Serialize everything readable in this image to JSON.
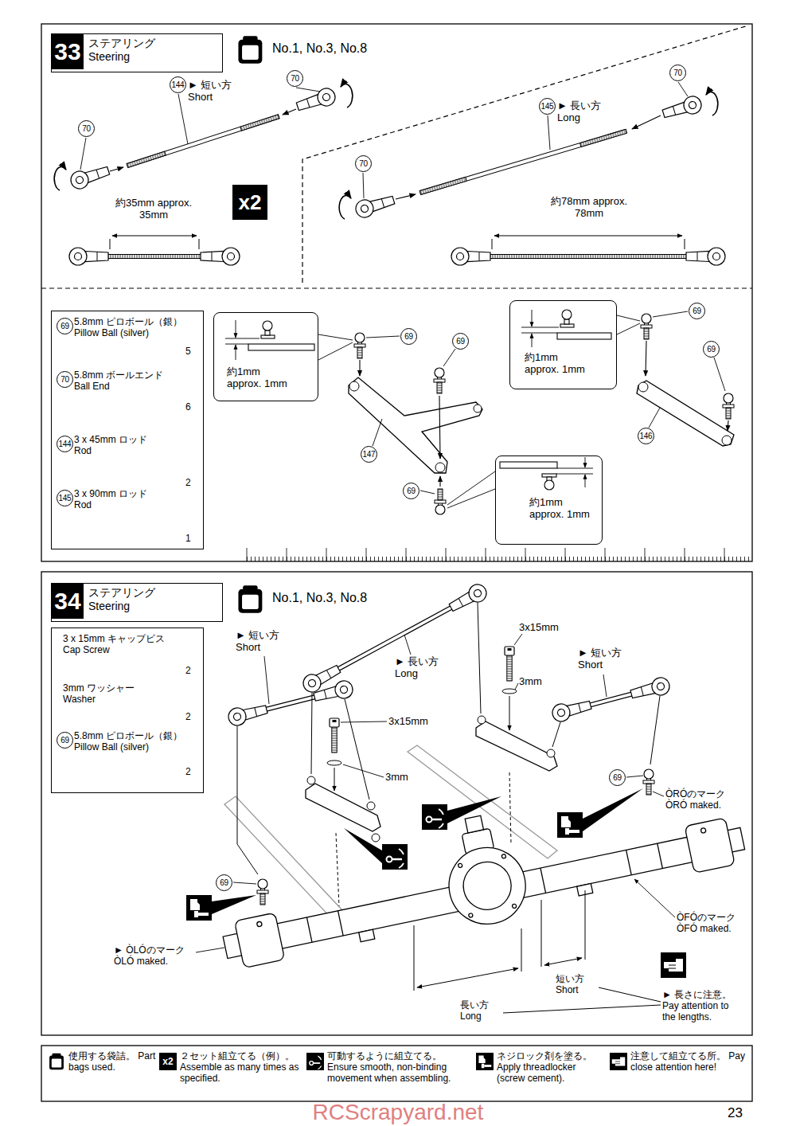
{
  "diagram": {
    "nodes": [
      {
        "text": [
          "33",
          "ステアリング Steering"
        ]
      },
      {
        "text": [
          "x2"
        ]
      },
      {
        "text": [
          "69",
          "5.8mm ピロボール（銀） Pillow Ball (silver)",
          "5",
          "70",
          "5.8mm ボールエンド Ball End",
          "6",
          "144",
          "3 x 45mm ロッド Rod",
          "2",
          "145",
          "3 x 90mm ロッド Rod",
          "1"
        ]
      },
      {
        "text": [
          "約1mm approx. 1mm"
        ]
      },
      {
        "text": [
          "約1mm approx. 1mm"
        ]
      },
      {
        "text": [
          "約1mm approx. 1mm"
        ]
      },
      {
        "text": [
          "34",
          "ステアリング Steering"
        ]
      },
      {
        "text": [
          "3 x 15mm キャップビス Cap Screw",
          "2",
          "3mm ワッシャー Washer",
          "2",
          "69",
          "5.8mm ピロボール（銀） Pillow Ball (silver)",
          "2"
        ]
      }
    ],
    "labels": [
      "No.1, No.3, No.8",
      "144",
      "► 短い方 Short",
      "70",
      "70",
      "約35mm approx. 35mm",
      "70",
      "145",
      "► 長い方 Long",
      "70",
      "約78mm approx. 78mm",
      "69",
      "69",
      "147",
      "69",
      "69",
      "69",
      "146",
      "No.1, No.3, No.8",
      "► 短い方 Short",
      "► 長い方 Long",
      "3x15mm",
      "3mm",
      "► 短い方 Short",
      "3x15mm",
      "3mm",
      "69",
      "ÒRÓのマーク ÒRÓ maked.",
      "69",
      "ÒFÓのマーク ÒFÓ maked.",
      "► ÒLÓのマーク ÒLÓ maked.",
      "短い方 Short",
      "長い方 Long",
      "► 長さに注意。 Pay attention to the lengths.",
      "x2",
      "23",
      "RCScrapyard.net"
    ],
    "legend": [
      {
        "text": "使用する袋詰。 Part bags used."
      },
      {
        "text": "２セット組立てる（例）。 Assemble as many times as specified."
      },
      {
        "text": "可動するように組立てる。 Ensure smooth, non-binding movement when assembling."
      },
      {
        "text": "ネジロック剤を塗る。 Apply threadlocker (screw cement)."
      },
      {
        "text": "注意して組立てる所。 Pay close attention here!"
      }
    ]
  }
}
